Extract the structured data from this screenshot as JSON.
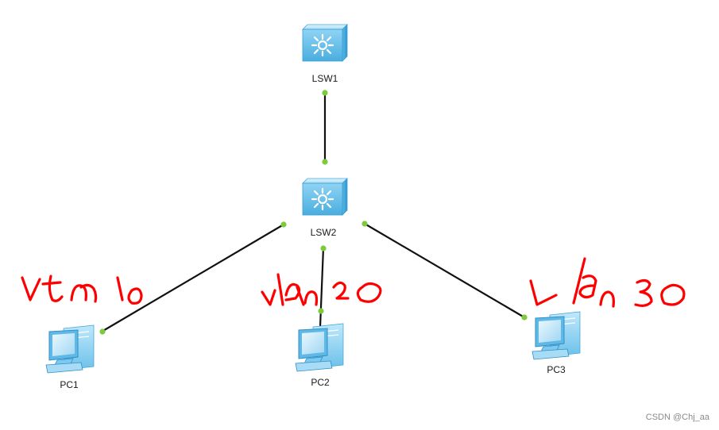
{
  "nodes": {
    "lsw1": {
      "label": "LSW1"
    },
    "lsw2": {
      "label": "LSW2"
    },
    "pc1": {
      "label": "PC1"
    },
    "pc2": {
      "label": "PC2"
    },
    "pc3": {
      "label": "PC3"
    }
  },
  "annotations": {
    "pc1": "vlan 10",
    "pc2": "vlan 20",
    "pc3": "vlan 30"
  },
  "watermark": "CSDN @Chj_aa",
  "colors": {
    "link": "#111111",
    "port": "#7ccb3c",
    "annotation": "#ff0000",
    "device": "#8fd3f4"
  },
  "icons": {
    "switch": "l3-switch-icon",
    "pc": "pc-icon"
  }
}
